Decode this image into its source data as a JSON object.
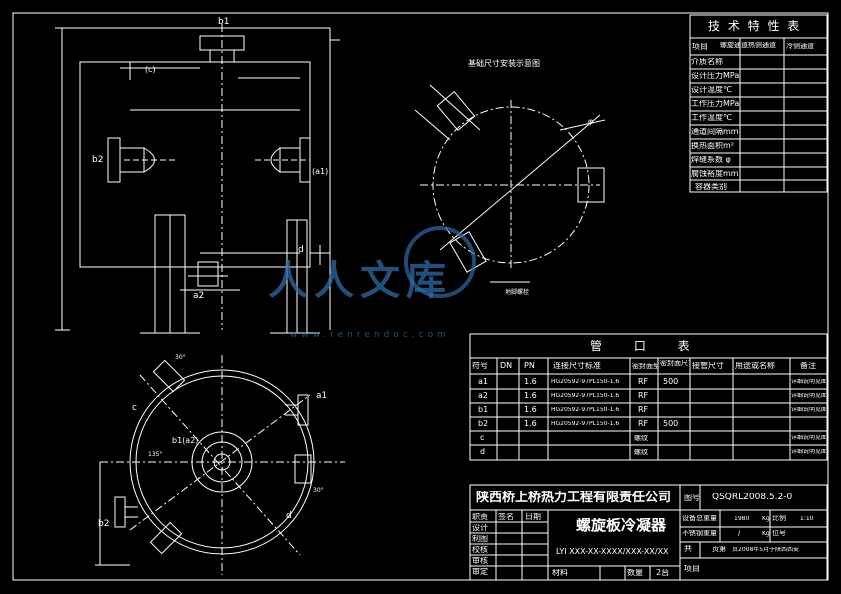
{
  "tech_table": {
    "title": "技 术 特 性 表",
    "col1": "项目",
    "col2": "螺旋通道热侧通道",
    "col3": "冷侧通道",
    "rows": [
      "介质名称",
      "设计压力MPa",
      "设计温度℃",
      "工作压力MPa",
      "工作温度℃",
      "通道间隔mm",
      "换热面积m²",
      "焊缝系数 φ",
      "腐蚀裕度mm",
      "容器类别"
    ]
  },
  "nozzle_table": {
    "title": "管 口 表",
    "headers": [
      "符号",
      "DN",
      "PN",
      "连接尺寸标准",
      "密封面型式",
      "密封面尺寸",
      "接管尺寸",
      "用途或名称",
      "备注"
    ],
    "rows": [
      {
        "sym": "a1",
        "pn": "1.6",
        "std": "HG20592-97PL150-1.6",
        "face": "RF",
        "size": "500",
        "note": "详细说明见图纸"
      },
      {
        "sym": "a2",
        "pn": "1.6",
        "std": "HG20592-97PL150-1.6",
        "face": "RF",
        "size": "",
        "note": "详细说明见图纸"
      },
      {
        "sym": "b1",
        "pn": "1.6",
        "std": "HG20592-97PL150-1.6",
        "face": "RF",
        "size": "",
        "note": "详细说明见图纸"
      },
      {
        "sym": "b2",
        "pn": "1.6",
        "std": "HG20592-97PL150-1.6",
        "face": "RF",
        "size": "500",
        "note": ""
      },
      {
        "sym": "c",
        "pn": "",
        "std": "",
        "face": "螺纹",
        "size": "",
        "note": "详细说明见图纸"
      },
      {
        "sym": "d",
        "pn": "",
        "std": "",
        "face": "螺纹",
        "size": "",
        "note": "详细说明见图纸"
      }
    ]
  },
  "title_block": {
    "company": "陕西桥上桥热力工程有限责任公司",
    "drawing_no_label": "图号",
    "drawing_no": "QSQRL2008.5.2-0",
    "product": "螺旋板冷凝器",
    "model": "LYI XXX-XX-XXXX/XXX-XX/XX",
    "roles": [
      "职责",
      "签名",
      "日期"
    ],
    "role_rows": [
      "设计",
      "制图",
      "校核",
      "审核",
      "审定"
    ],
    "equip_weight": "设备总重量",
    "equip_weight_val": "1980",
    "equip_weight_unit": "Kg",
    "scale_label": "比例",
    "scale_val": "1:10",
    "steel_weight": "不锈钢重量",
    "steel_weight_val": "/",
    "steel_weight_unit": "Kg",
    "position_label": "位号",
    "total_label": "共",
    "page_label": "页第",
    "page_note": "页2008年5月于陕西西安",
    "project_label": "项目",
    "material_label": "材料",
    "qty_label": "数量",
    "qty_val": "2台"
  },
  "labels": {
    "b1": "b1",
    "c": "(c)",
    "b2": "b2",
    "a1": "(a1)",
    "d_top": "d",
    "a2": "a2",
    "foundation": "基础尺寸安装示意图",
    "phi": "φ",
    "a1_plan": "a1",
    "b1a2": "b1(a2)",
    "b2_plan": "b2",
    "c_plan": "c",
    "d_plan": "d",
    "angle1": "30°",
    "angle2": "135°",
    "angle3": "30°",
    "anchor": "地脚螺栓",
    "watermark": "人人文库",
    "watermark_url": "www.renrendoc.com"
  }
}
